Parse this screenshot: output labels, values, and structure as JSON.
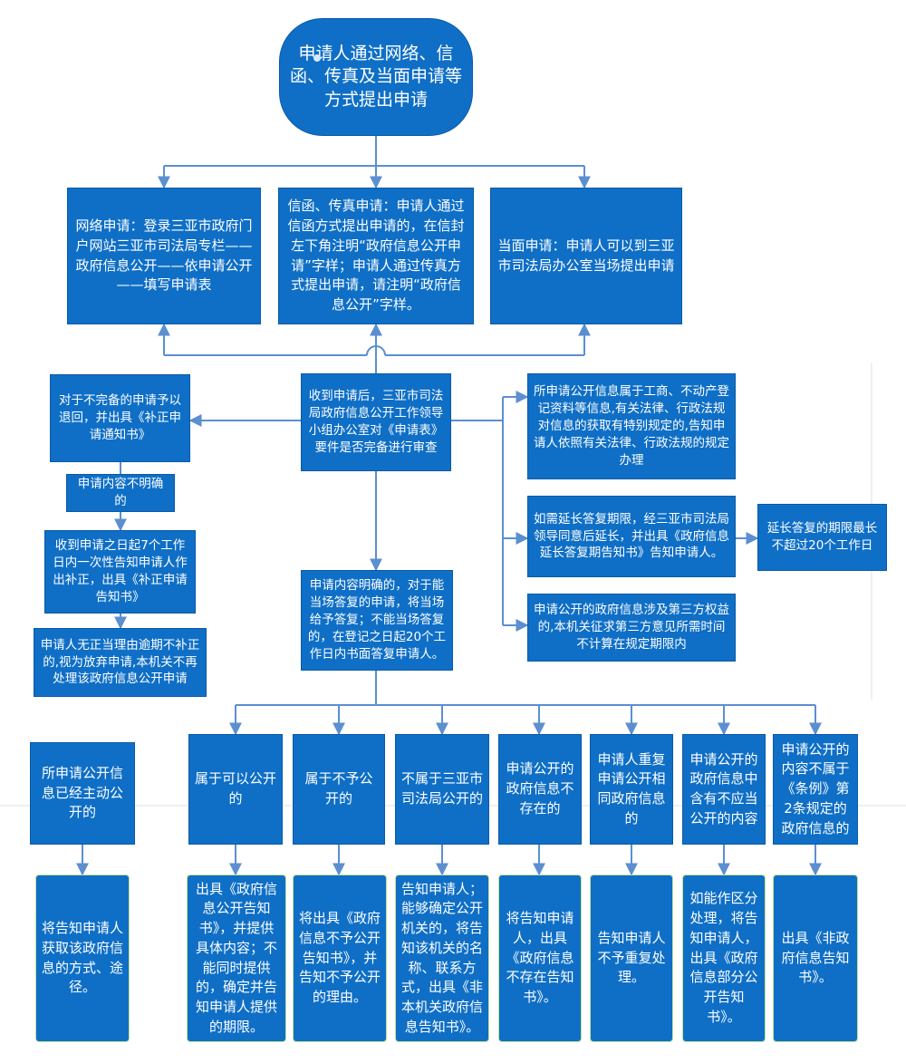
{
  "nodes": {
    "start": "申请人通过网络、信函、传真及当面申请等方式提出申请",
    "online": "网络申请：登录三亚市政府门户网站三亚市司法局专栏——政府信息公开——依申请公开——填写申请表",
    "letter_fax": "信函、传真申请：申请人通过信函方式提出申请的，在信封左下角注明“政府信息公开申请”字样；申请人通过传真方式提出申请，请注明“政府信息公开”字样。",
    "in_person": "当面申请：申请人可以到三亚市司法局办公室当场提出申请",
    "review": "收到申请后，三亚市司法局政府信息公开工作领导小组办公室对《申请表》要件是否完备进行审查",
    "incomplete": "对于不完备的申请予以退回，并出具《补正申请通知书》",
    "unclear": "申请内容不明确的",
    "correction": "收到申请之日起7个工作日内一次性告知申请人作出补正，出具《补正申请告知书》",
    "abandon": "申请人无正当理由逾期不补正的,视为放弃申请,本机关不再处理该政府信息公开申请",
    "special_rules": "所申请公开信息属于工商、不动产登记资料等信息,有关法律、行政法规对信息的获取有特别规定的,告知申请人依照有关法律、行政法规的规定办理",
    "extension": "如需延长答复期限，经三亚市司法局领导同意后延长，并出具《政府信息延长答复期告知书》告知申请人。",
    "extension_limit": "延长答复的期限最长不超过20个工作日",
    "third_party": "申请公开的政府信息涉及第三方权益的,本机关征求第三方意见所需时间不计算在规定期限内",
    "clear": "申请内容明确的，对于能当场答复的申请，将当场给予答复；不能当场答复的，在登记之日起20个工作日内书面答复申请人。",
    "active_public": "所申请公开信息已经主动公开的",
    "active_public_result": "将告知申请人获取该政府信息的方式、途径。",
    "can_public": "属于可以公开的",
    "can_public_result": "出具《政府信息公开告知书》，并提供具体内容；不能同时提供的，确定并告知申请人提供的期限。",
    "not_public": "属于不予公开的",
    "not_public_result": "将出具《政府信息不予公开告知书》，并告知不予公开的理由。",
    "not_ours": "不属于三亚市司法局公开的",
    "not_ours_result": "告知申请人；能够确定公开机关的，将告知该机关的名称、联系方式，出具《非本机关政府信息告知书》。",
    "not_exist": "申请公开的政府信息不存在的",
    "not_exist_result": "将告知申请人，出具《政府信息不存在告知书》。",
    "repeat": "申请人重复申请公开相同政府信息的",
    "repeat_result": "告知申请人不予重复处理。",
    "partial": "申请公开的政府信息中含有不应当公开的内容",
    "partial_result": "如能作区分处理，将告知申请人，出具《政府信息部分公开告知书》。",
    "not_gov_info": "申请公开的内容不属于《条例》第2条规定的政府信息的",
    "not_gov_info_result": "出具《非政府信息告知书》。"
  },
  "colors": {
    "node_fill": "#0f6fc6",
    "node_border": "#0a5aa6",
    "result_border": "#bfe39a",
    "connector": "#5b8fd0",
    "text": "#ffffff"
  }
}
